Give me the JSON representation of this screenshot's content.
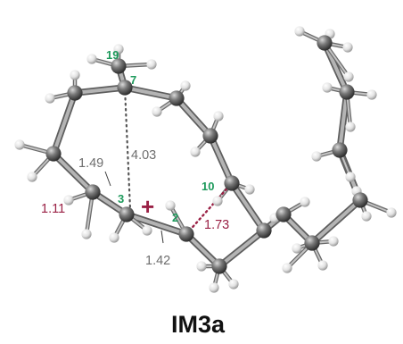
{
  "title": "IM3a",
  "colors": {
    "atom_label": "#1e9a5c",
    "distance_gray": "#6e6e6e",
    "distance_red": "#9a2145",
    "charge": "#9a2145",
    "bond": "#8e8e8e",
    "carbon": "#6f6f6f",
    "hydrogen": "#e6e6e6",
    "title": "#111111"
  },
  "atom_labels": [
    {
      "name": "atom-label-19",
      "text": "19"
    },
    {
      "name": "atom-label-7",
      "text": "7"
    },
    {
      "name": "atom-label-10",
      "text": "10"
    },
    {
      "name": "atom-label-3",
      "text": "3"
    },
    {
      "name": "atom-label-2",
      "text": "2"
    }
  ],
  "distances": [
    {
      "name": "distance-4-03",
      "text": "4.03",
      "tone": "gray"
    },
    {
      "name": "distance-1-49",
      "text": "1.49",
      "tone": "gray"
    },
    {
      "name": "distance-1-11",
      "text": "1.11",
      "tone": "red"
    },
    {
      "name": "distance-1-73",
      "text": "1.73",
      "tone": "red"
    },
    {
      "name": "distance-1-42",
      "text": "1.42",
      "tone": "gray"
    }
  ],
  "charge": "+"
}
